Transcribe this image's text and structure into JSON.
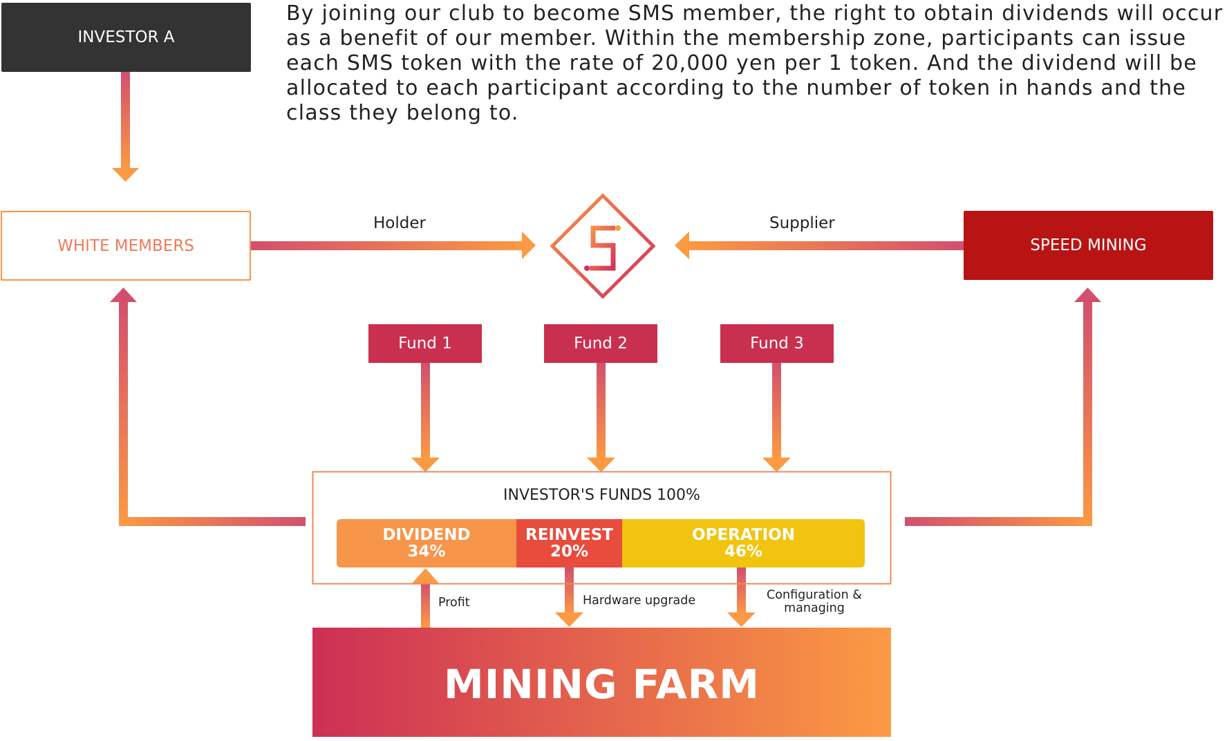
{
  "intro_text": "By joining our club to become SMS member,  the right to obtain dividends will occur as a benefit of our member. Within the membership zone, participants can issue each SMS token with the rate of 20,000 yen per 1 token. And the dividend will be allocated to each participant according to the number of token in hands and the class they belong to.",
  "nodes": {
    "investor_a": "INVESTOR A",
    "white_members": "WHITE MEMBERS",
    "speed_mining": "SPEED MINING",
    "mining_farm": "MINING FARM",
    "sms_logo": "S"
  },
  "edge_labels": {
    "holder": "Holder",
    "supplier": "Supplier",
    "profit": "Profit",
    "hardware_upgrade": "Hardware upgrade",
    "configuration_managing": "Configuration & managing"
  },
  "funds": [
    "Fund 1",
    "Fund 2",
    "Fund 3"
  ],
  "investor_funds": {
    "title": "INVESTOR'S FUNDS 100%",
    "segments": [
      {
        "name": "DIVIDEND",
        "percent_label": "34%",
        "share": 0.34,
        "color": "#f7954a"
      },
      {
        "name": "REINVEST",
        "percent_label": "20%",
        "share": 0.2,
        "color": "#e84c3d"
      },
      {
        "name": "OPERATION",
        "percent_label": "46%",
        "share": 0.46,
        "color": "#f1c40f"
      }
    ]
  },
  "colors": {
    "investor_a_bg": "#333333",
    "speed_mining_bg": "#b81414",
    "fund_bg": "#c9304f",
    "white_members_text": "#f07a5a",
    "box_border": "#f7954a",
    "gradient_pink": "#cd2f55",
    "gradient_orange": "#fb9a43"
  }
}
